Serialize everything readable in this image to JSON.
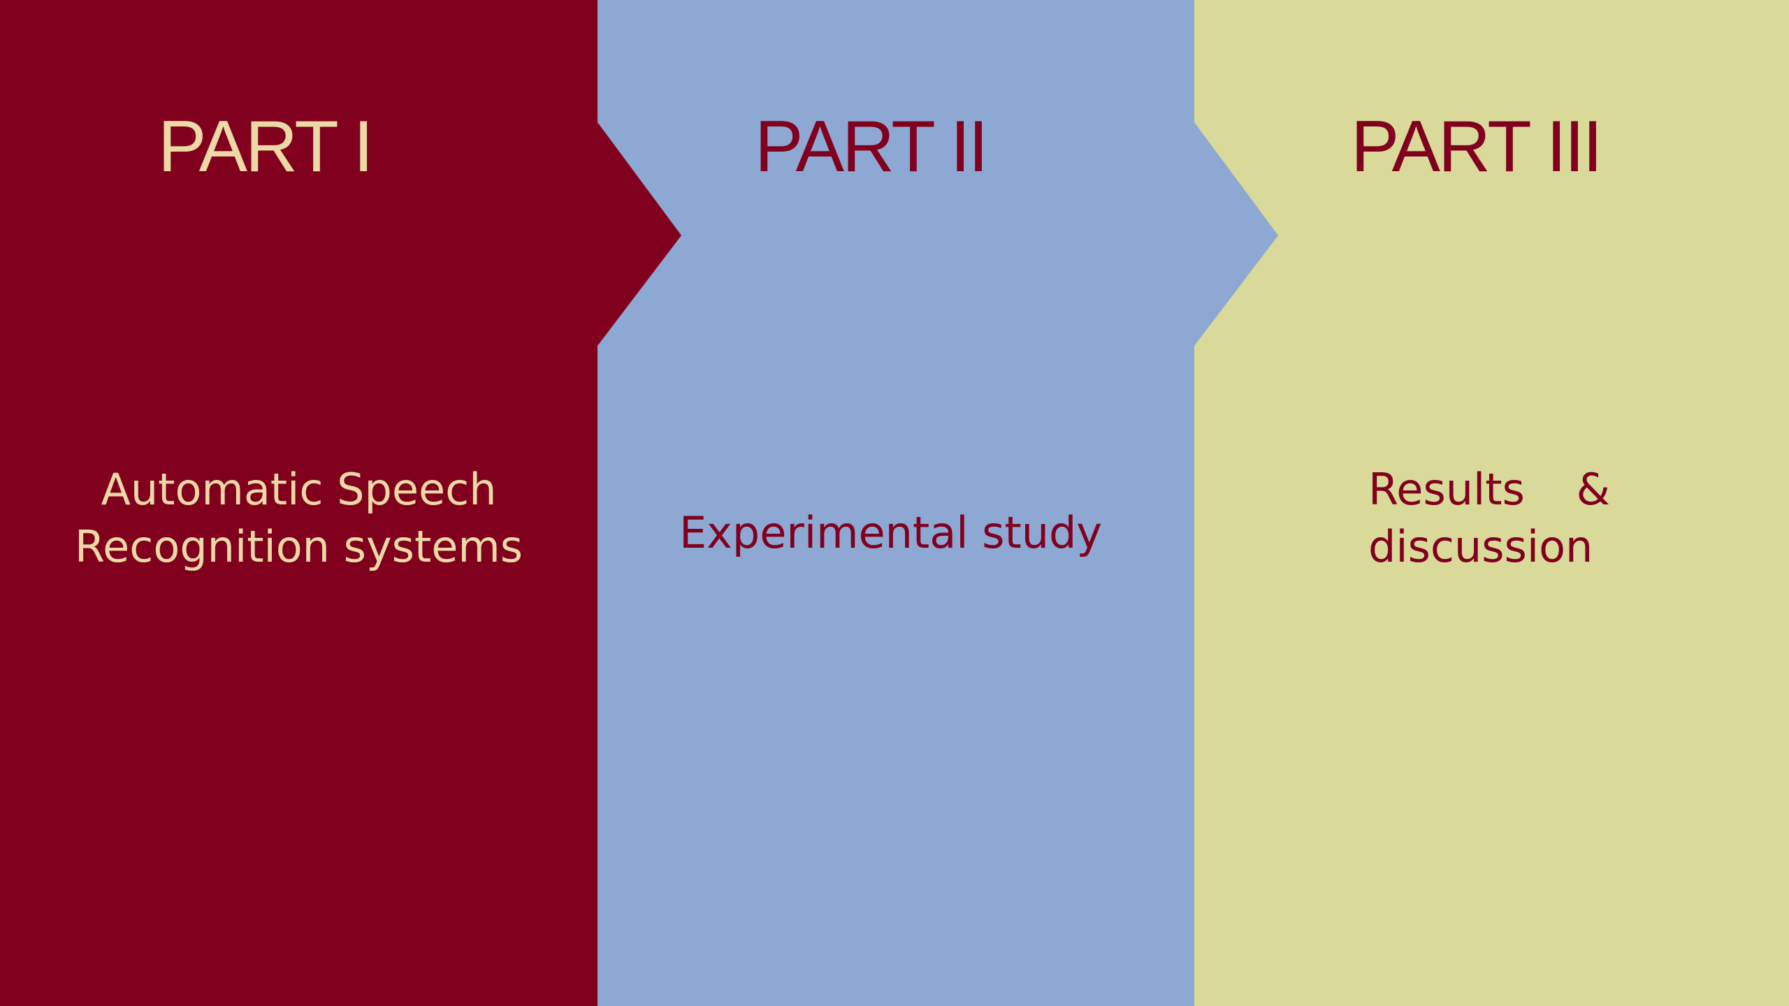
{
  "colors": {
    "maroon": "#80001e",
    "blue": "#8da8d3",
    "khaki": "#d9d99a",
    "cream": "#ecd9a6"
  },
  "parts": [
    {
      "title": "PART I",
      "description_lines": [
        "Automatic Speech",
        "Recognition systems"
      ]
    },
    {
      "title": "PART II",
      "description_lines": [
        "Experimental study"
      ]
    },
    {
      "title": "PART III",
      "description_lines": [
        "Results",
        "&",
        "discussion"
      ]
    }
  ]
}
